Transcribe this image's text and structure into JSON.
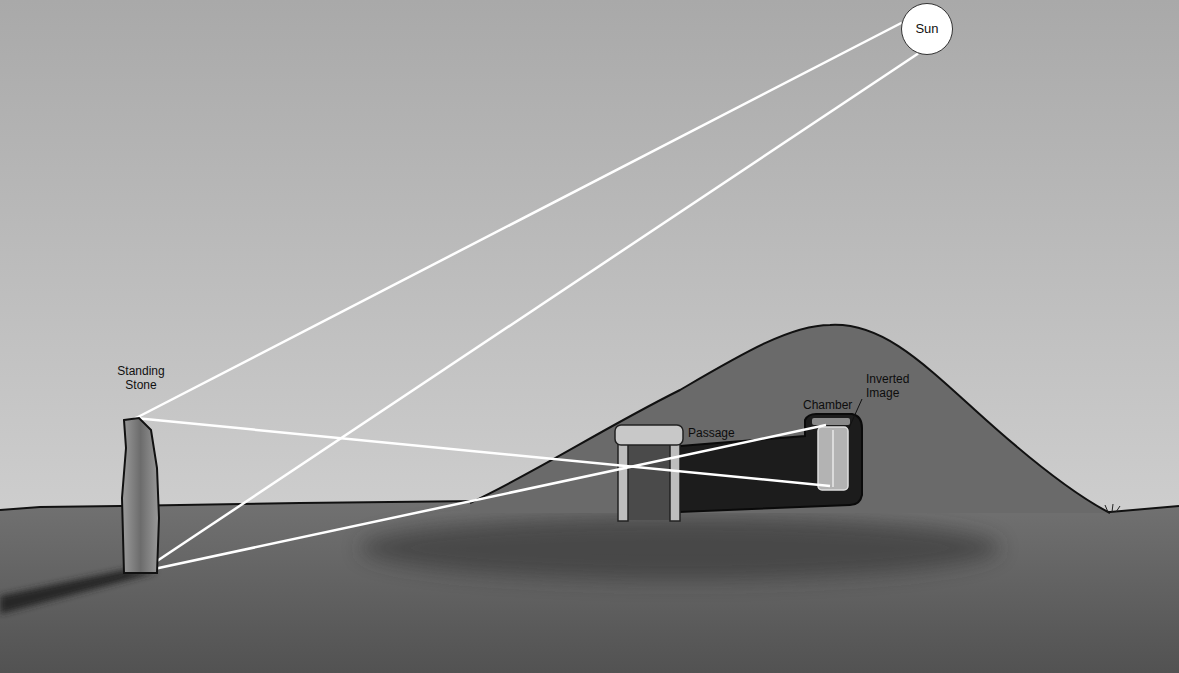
{
  "diagram": {
    "nodes": [
      {
        "text": [
          "Sun"
        ]
      },
      {
        "text": [
          "Standing Stone"
        ]
      }
    ],
    "edges": [
      {
        "from": 0,
        "to": 1,
        "arrow": "none"
      },
      {
        "from": 0,
        "to": 1,
        "arrow": "none"
      }
    ],
    "labels": [
      "Passage",
      "Chamber",
      "Inverted Image"
    ]
  }
}
